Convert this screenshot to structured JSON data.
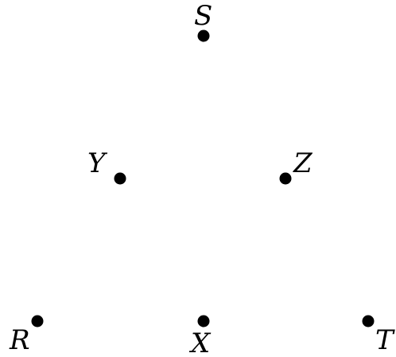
{
  "points": [
    {
      "id": "S",
      "label": "S"
    },
    {
      "id": "Y",
      "label": "Y"
    },
    {
      "id": "Z",
      "label": "Z"
    },
    {
      "id": "R",
      "label": "R"
    },
    {
      "id": "X",
      "label": "X"
    },
    {
      "id": "T",
      "label": "T"
    }
  ],
  "colors": {
    "background": "#ffffff",
    "point": "#000000",
    "label": "#000000"
  }
}
